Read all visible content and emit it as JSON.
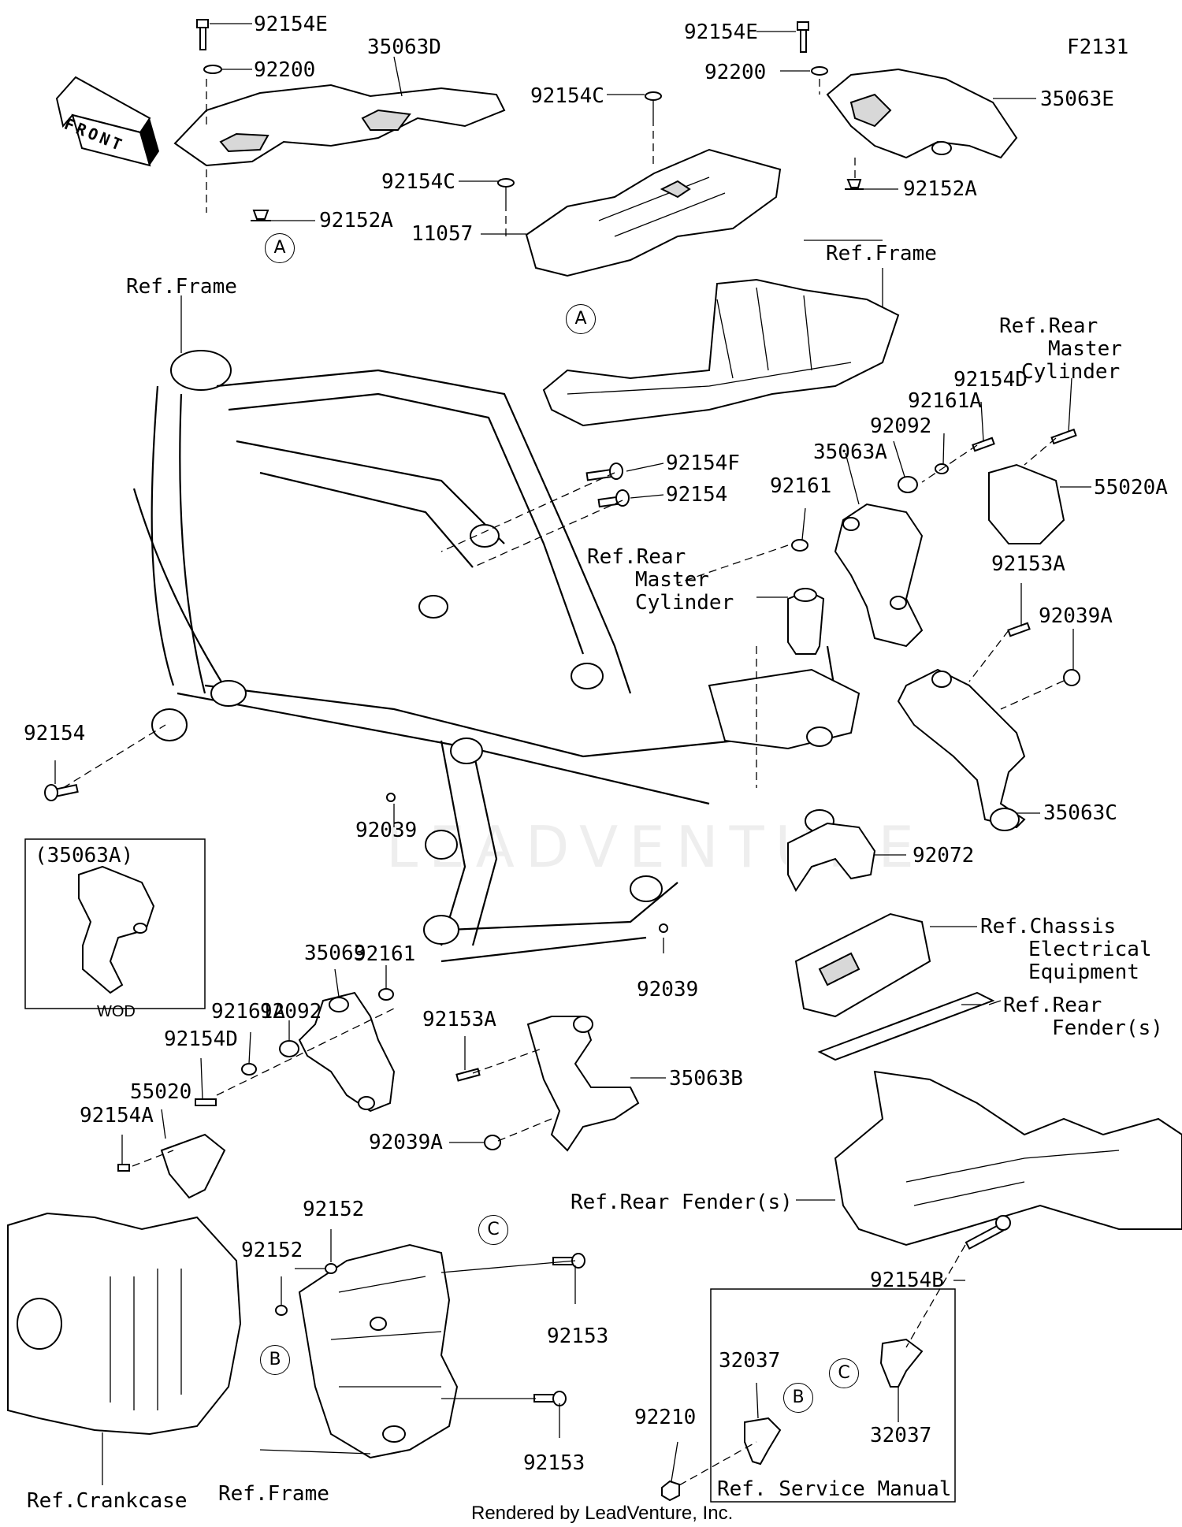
{
  "diagram_code": "F2131",
  "credit": "Rendered by LeadVenture, Inc.",
  "watermark": "LEADVENTURE",
  "front_label": "FRONT",
  "inset": {
    "title": "(35063A)",
    "caption": "WOD"
  },
  "ref_box_label": "Ref. Service Manual",
  "callouts": {
    "a1": "A",
    "a2": "A",
    "b1": "B",
    "b2": "B",
    "c1": "C",
    "c2": "C"
  },
  "labels": {
    "p92154E_l": "92154E",
    "p92200_l": "92200",
    "p35063D": "35063D",
    "p92152A_l": "92152A",
    "p92154E_r": "92154E",
    "p92200_r": "92200",
    "p35063E": "35063E",
    "p92152A_r": "92152A",
    "p92154C_top": "92154C",
    "p92154C_mid": "92154C",
    "p11057": "11057",
    "ref_frame_top": "Ref.Frame",
    "ref_frame_left": "Ref.Frame",
    "ref_rmc_right_1": "Ref.Rear",
    "ref_rmc_right_2": "Master",
    "ref_rmc_right_3": "Cylinder",
    "p92154D_r": "92154D",
    "p92161A_r": "92161A",
    "p92092_r": "92092",
    "p35063A": "35063A",
    "p92154F": "92154F",
    "p92154_mid": "92154",
    "p92161_r": "92161",
    "p55020A": "55020A",
    "ref_rmc_mid_1": "Ref.Rear",
    "ref_rmc_mid_2": "Master",
    "ref_rmc_mid_3": "Cylinder",
    "p92153A_r": "92153A",
    "p92039A_r": "92039A",
    "p92154_left": "92154",
    "p35063C": "35063C",
    "p92039_a": "92039",
    "p92072": "92072",
    "ref_chassis_1": "Ref.Chassis",
    "ref_chassis_2": "Electrical",
    "ref_chassis_3": "Equipment",
    "p92161_l": "92161",
    "p35063": "35063",
    "p92092_l": "92092",
    "p92161A_l": "92161A",
    "p92154D_l": "92154D",
    "p55020": "55020",
    "p92154A": "92154A",
    "p92039_b": "92039",
    "ref_rear_fender_1": "Ref.Rear",
    "ref_rear_fender_2": "Fender(s)",
    "p92153A_l": "92153A",
    "p35063B": "35063B",
    "p92039A_l": "92039A",
    "ref_rear_fender_low": "Ref.Rear Fender(s)",
    "p92152_a": "92152",
    "p92152_b": "92152",
    "p92153_a": "92153",
    "p92153_b": "92153",
    "p92154B": "92154B",
    "p32037_a": "32037",
    "p32037_b": "32037",
    "p92210": "92210",
    "ref_crankcase": "Ref.Crankcase",
    "ref_frame_bottom": "Ref.Frame"
  }
}
